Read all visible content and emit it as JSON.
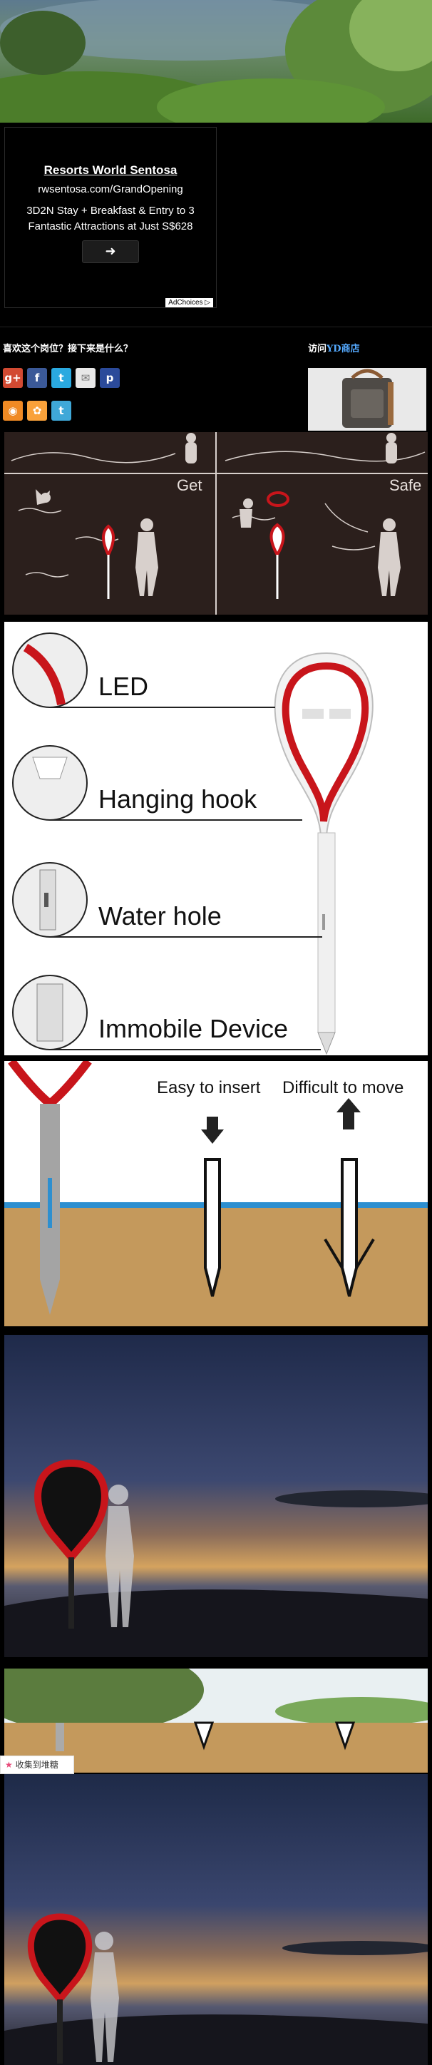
{
  "ad": {
    "title": "Resorts World Sentosa",
    "url": "rwsentosa.com/GrandOpening",
    "copy": "3D2N Stay + Breakfast & Entry to 3 Fantastic Attractions at Just S$628",
    "button_icon": "arrow-right-icon",
    "adchoices": "AdChoices"
  },
  "share": {
    "question": "喜欢这个岗位？接下来是什么？",
    "visit_prefix": "访问",
    "visit_brand": "YD商店",
    "icons": [
      "google-plus-icon",
      "facebook-icon",
      "twitter-icon",
      "email-icon",
      "pinterest-icon",
      "rss-icon",
      "stumble-icon",
      "tweet-icon"
    ]
  },
  "storyboard": {
    "label_get": "Get",
    "label_safe": "Safe"
  },
  "features": {
    "led": "LED",
    "hook": "Hanging hook",
    "hole": "Water hole",
    "immobile": "Immobile Device"
  },
  "insert": {
    "easy": "Easy to insert",
    "difficult": "Difficult to move"
  },
  "collect": {
    "label": "收集到堆糖"
  },
  "colors": {
    "ring_red": "#c8151b",
    "sand": "#c4995c",
    "water": "#2d8fd0"
  }
}
